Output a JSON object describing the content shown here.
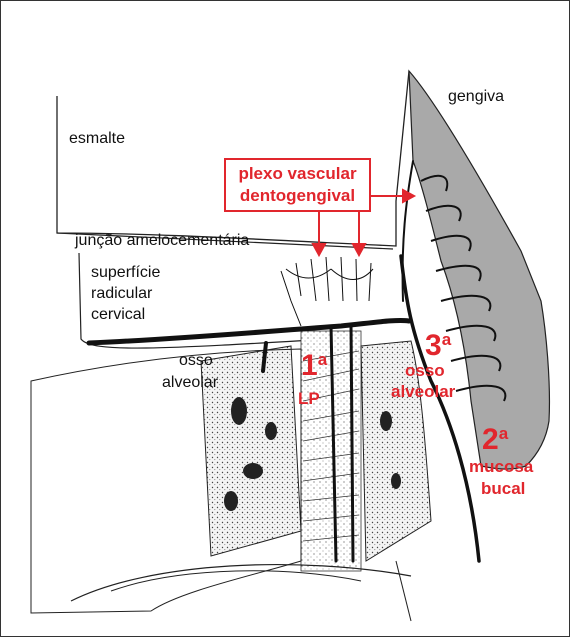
{
  "labels": {
    "esmalte": "esmalte",
    "gengiva": "gengiva",
    "juncao": "junção amelocementária",
    "superficie": [
      "superfície",
      "radicular",
      "cervical"
    ],
    "osso_alveolar": [
      "osso",
      "alveolar"
    ]
  },
  "callout": {
    "line1": "plexo vascular",
    "line2": "dentogengival"
  },
  "numbered": {
    "first": {
      "number": "1",
      "sup": "a",
      "label": "LP"
    },
    "second": {
      "number": "2",
      "sup": "a",
      "label": [
        "mucosa",
        "bucal"
      ]
    },
    "third": {
      "number": "3",
      "sup": "a",
      "label": [
        "osso",
        "alveolar"
      ]
    }
  },
  "colors": {
    "accent_red": "#e1262d",
    "gingiva_gray": "#a9a9a9",
    "ink": "#111111"
  }
}
